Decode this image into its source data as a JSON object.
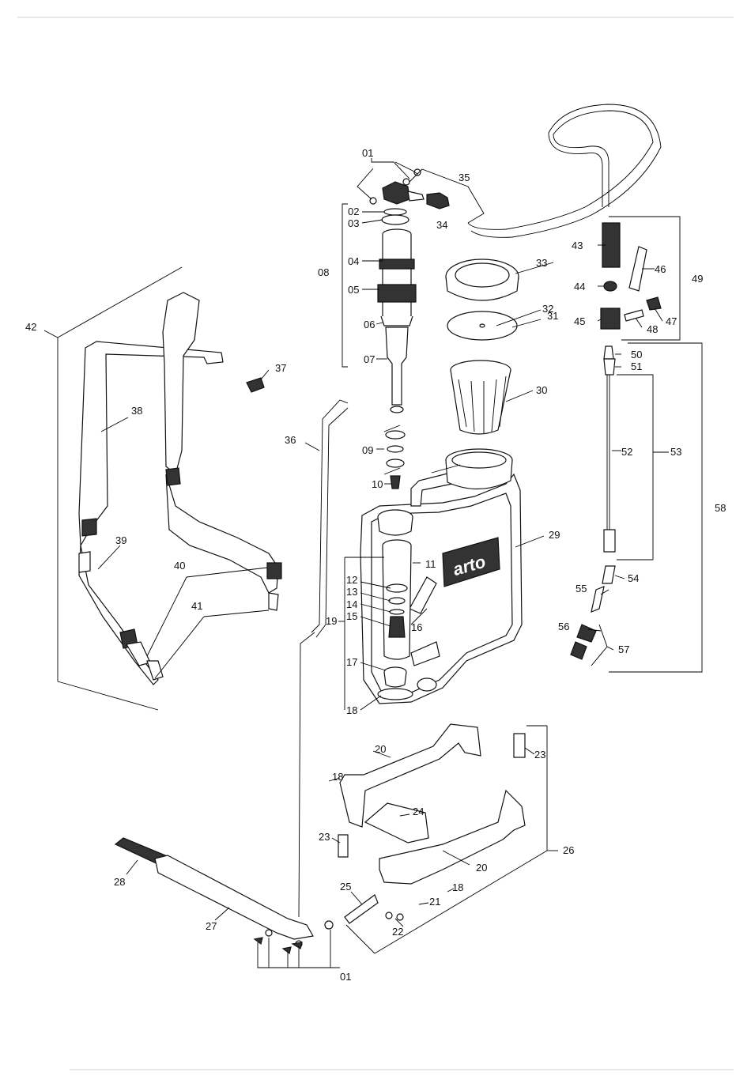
{
  "brand": "arto",
  "labels": {
    "p01a": "01",
    "p01b": "01",
    "p02": "02",
    "p03": "03",
    "p04": "04",
    "p05": "05",
    "p06": "06",
    "p07": "07",
    "p08": "08",
    "p09": "09",
    "p10": "10",
    "p11": "11",
    "p12": "12",
    "p13": "13",
    "p14": "14",
    "p15": "15",
    "p16": "16",
    "p17": "17",
    "p18a": "18",
    "p18b": "18",
    "p18c": "18",
    "p19": "19",
    "p20a": "20",
    "p20b": "20",
    "p21": "21",
    "p22": "22",
    "p23a": "23",
    "p23b": "23",
    "p24": "24",
    "p25": "25",
    "p26": "26",
    "p27": "27",
    "p28": "28",
    "p29": "29",
    "p30": "30",
    "p31": "31",
    "p32": "32",
    "p33": "33",
    "p34": "34",
    "p35": "35",
    "p36": "36",
    "p37": "37",
    "p38": "38",
    "p39": "39",
    "p40": "40",
    "p41": "41",
    "p42": "42",
    "p43": "43",
    "p44": "44",
    "p45": "45",
    "p46": "46",
    "p47": "47",
    "p48": "48",
    "p49": "49",
    "p50": "50",
    "p51": "51",
    "p52": "52",
    "p53": "53",
    "p54": "54",
    "p55": "55",
    "p56": "56",
    "p57": "57",
    "p58": "58"
  }
}
